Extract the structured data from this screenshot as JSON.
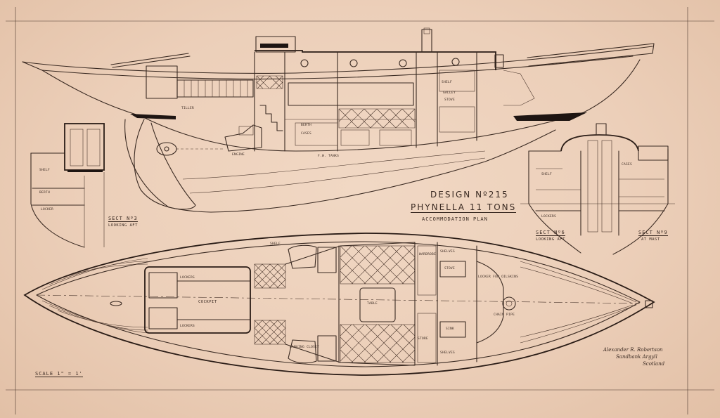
{
  "title_block": {
    "design": "Design Nº215",
    "name": "Phynella 11 tons",
    "plan": "Accommodation Plan"
  },
  "scale": "Scale 1\" = 1'",
  "signature": {
    "line1": "Alexander R. Robertson",
    "line2": "Sandbank Argyll",
    "line3": "Scotland"
  },
  "sections": {
    "sect3": "Sect Nº3",
    "sect3_sub": "Looking Aft",
    "sect6": "Sect Nº6",
    "sect6_sub": "Looking Aft",
    "sect9": "Sect Nº9",
    "sect9_sub": "At Mast"
  },
  "profile_labels": {
    "galley": "Galley",
    "stove": "Stove",
    "shelf": "Shelf",
    "berth": "Berth",
    "cases": "Cases",
    "fw_tanks": "F.W. Tanks",
    "tiller": "Tiller",
    "engine": "Engine"
  },
  "plan_labels": {
    "cockpit": "Cockpit",
    "lockers": "Lockers",
    "table": "Table",
    "shelf": "Shelf",
    "stove": "Stove",
    "sink": "Sink",
    "shelves": "Shelves",
    "chain_pipe": "Chain Pipe",
    "wardrobe": "Wardrobe",
    "hanging_closet": "Hanging Closet",
    "locker_for_oilskins": "Locker for Oilskins",
    "store": "Store"
  },
  "sect3_labels": {
    "shelf": "Shelf",
    "berth": "Berth",
    "locker": "Locker"
  },
  "sect6_labels": {
    "shelf": "Shelf",
    "cases": "Cases",
    "lockers": "Lockers"
  },
  "colors": {
    "paper": "#eccfb9",
    "ink": "#3a2a22"
  }
}
